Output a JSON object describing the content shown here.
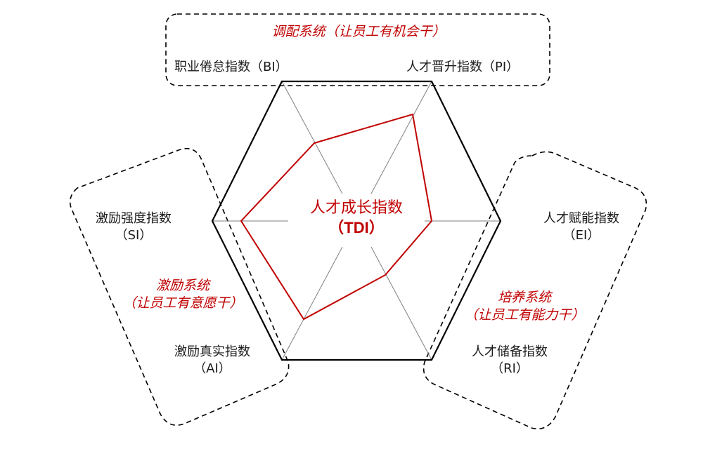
{
  "center": {
    "title": "人才成长指数",
    "abbr": "（TDI）"
  },
  "systems": {
    "allocation": {
      "label": "调配系统（让员工有机会干）"
    },
    "incentive": {
      "line1": "激励系统",
      "line2": "（让员工有意愿干）"
    },
    "cultivation": {
      "line1": "培养系统",
      "line2": "（让员工有能力干）"
    }
  },
  "axes": [
    {
      "key": "BI",
      "name": "职业倦怠指数",
      "abbr": "（BI）"
    },
    {
      "key": "PI",
      "name": "人才晋升指数",
      "abbr": "（PI）"
    },
    {
      "key": "EI",
      "name": "人才赋能指数",
      "abbr": "（EI）"
    },
    {
      "key": "RI",
      "name": "人才储备指数",
      "abbr": "（RI）"
    },
    {
      "key": "AI",
      "name": "激励真实指数",
      "abbr": "（AI）"
    },
    {
      "key": "SI",
      "name": "激励强度指数",
      "abbr": "（SI）"
    }
  ],
  "labels": {
    "bi": "职业倦怠指数（BI）",
    "pi": "人才晋升指数（PI）"
  },
  "colors": {
    "accent": "#c00000",
    "frame": "#000000",
    "spoke": "#808080"
  },
  "chart_data": {
    "type": "radar",
    "title": "人才成长指数（TDI）",
    "categories": [
      "BI",
      "PI",
      "EI",
      "RI",
      "AI",
      "SI"
    ],
    "series": [
      {
        "name": "TDI",
        "values": [
          0.56,
          0.75,
          0.52,
          0.39,
          0.7,
          0.8
        ]
      }
    ],
    "range": [
      0,
      1
    ],
    "groups": [
      {
        "name": "调配系统（让员工有机会干）",
        "axes": [
          "BI",
          "PI"
        ]
      },
      {
        "name": "激励系统（让员工有意愿干）",
        "axes": [
          "SI",
          "AI"
        ]
      },
      {
        "name": "培养系统（让员工有能力干）",
        "axes": [
          "EI",
          "RI"
        ]
      }
    ]
  }
}
